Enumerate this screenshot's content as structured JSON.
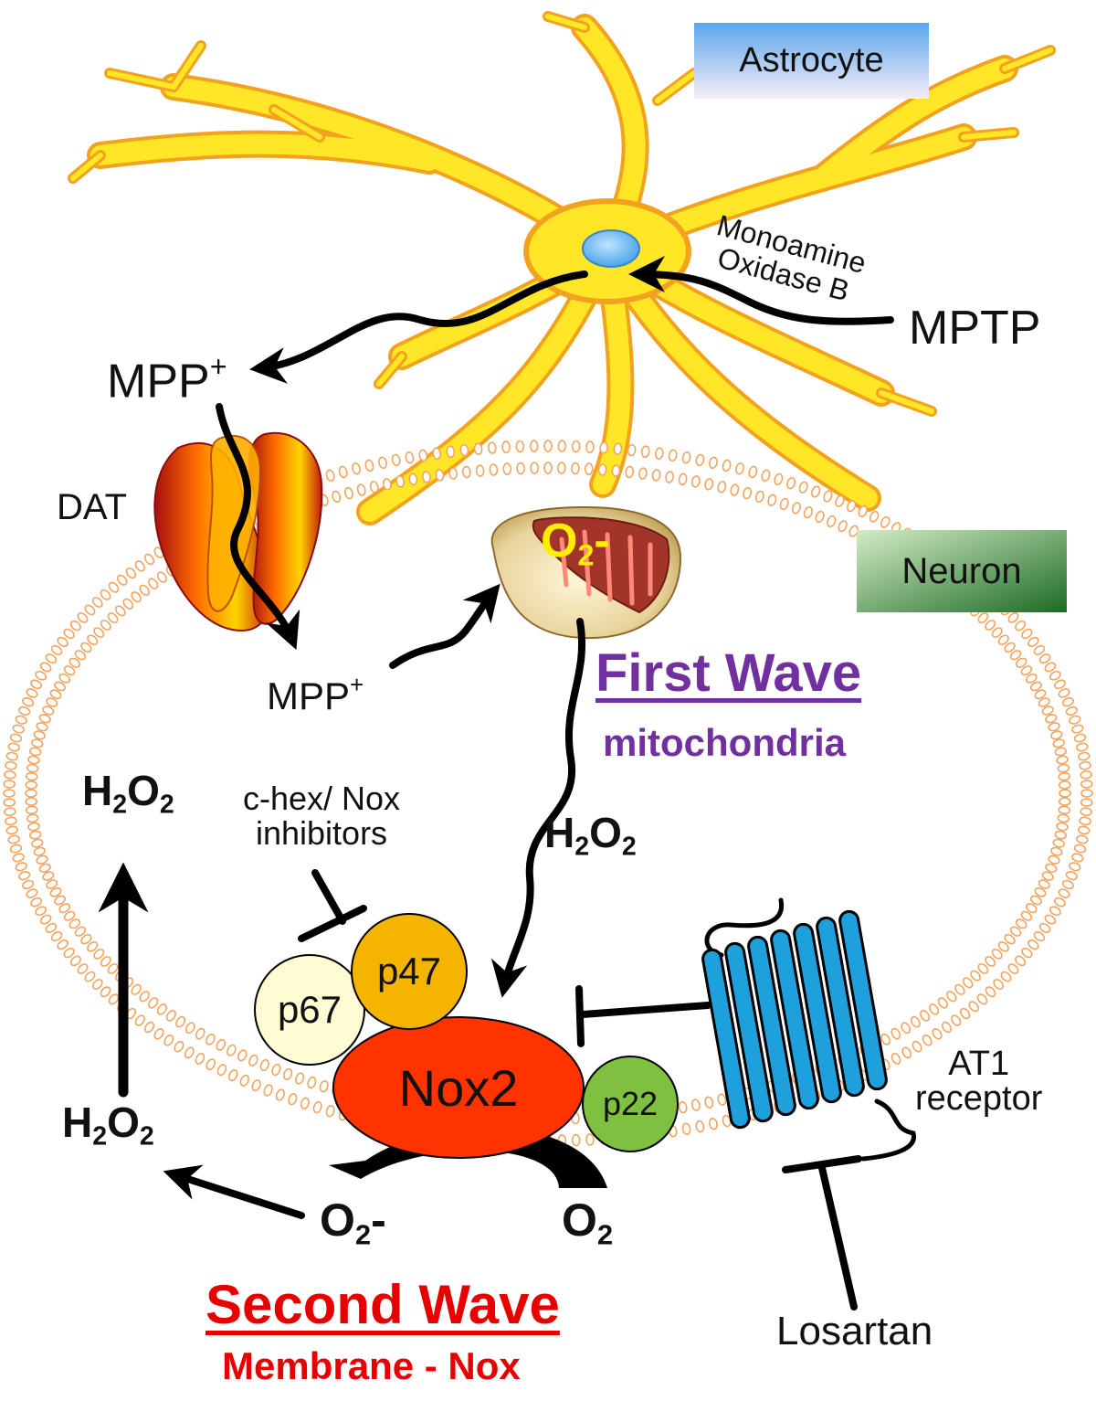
{
  "cells": {
    "astrocyte": "Astrocyte",
    "neuron": "Neuron"
  },
  "transport": {
    "mptp": "MPTP",
    "enzyme_line1": "Monoamine",
    "enzyme_line2": "Oxidase B",
    "mpp_base": "MPP",
    "mpp_sup": "+",
    "dat": "DAT"
  },
  "first_wave": {
    "title": "First Wave",
    "subtitle": "mitochondria",
    "superoxide_base": "O",
    "superoxide_sub": "2",
    "superoxide_suffix": "-"
  },
  "second_wave": {
    "title": "Second Wave",
    "subtitle": "Membrane - Nox"
  },
  "species": {
    "h2o2_h": "H",
    "h2o2_sub1": "2",
    "h2o2_o": "O",
    "h2o2_sub2": "2",
    "o2_base": "O",
    "o2_sub": "2",
    "o2_minus": "-"
  },
  "nox_complex": {
    "nox2": "Nox2",
    "p47": "p47",
    "p67": "p67",
    "p22": "p22",
    "inhibitor_line1": "c-hex/ Nox",
    "inhibitor_line2": "inhibitors"
  },
  "receptor": {
    "line1": "AT1",
    "line2": "receptor",
    "blocker": "Losartan"
  },
  "colors": {
    "astrocyte_fill": "#ffe626",
    "astrocyte_stroke": "#f2a21e",
    "membrane": "#f4a460",
    "first_wave": "#7030a0",
    "second_wave": "#e60000",
    "nox2": "#ff3300",
    "p47": "#f5b400",
    "p67": "#fffbd2",
    "p22": "#80c040",
    "at1": "#1ea0dc",
    "superoxide_label": "#ffee00"
  }
}
